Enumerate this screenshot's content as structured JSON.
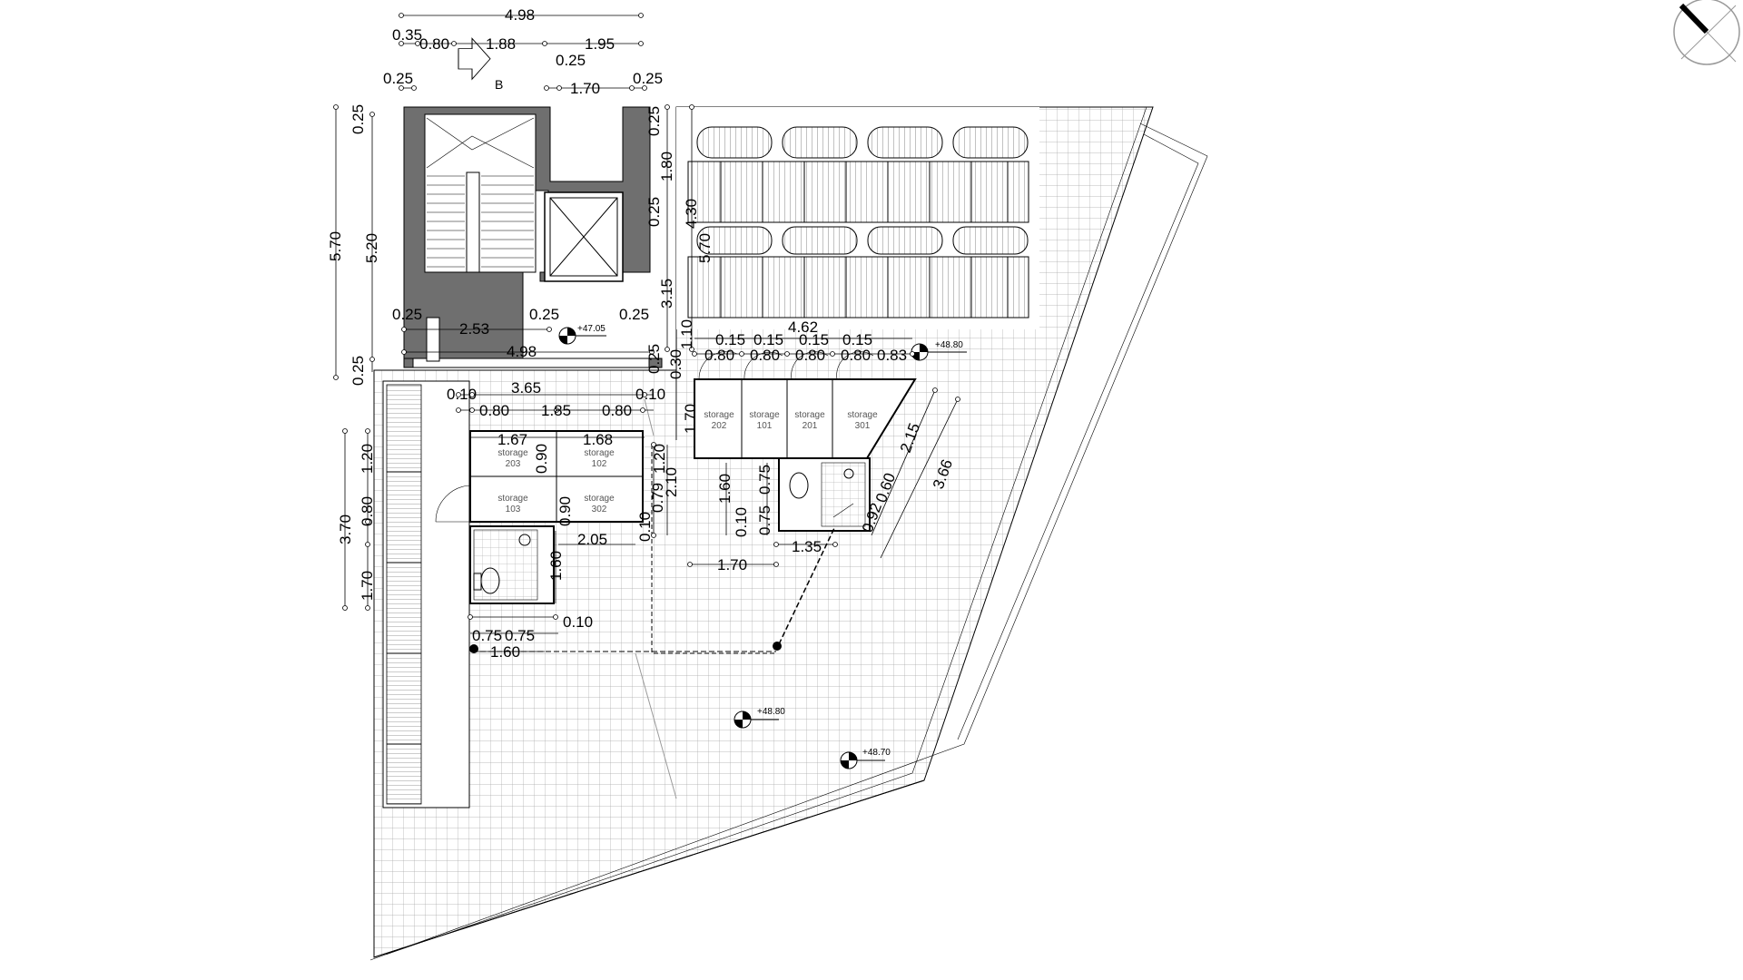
{
  "plan": {
    "section_marker": "B",
    "dimensions": {
      "d498_top": "4.98",
      "d035": "0.35",
      "d080_a": "0.80",
      "d188": "1.88",
      "d195": "1.95",
      "d025_a": "0.25",
      "d025_b": "0.25",
      "d170_a": "1.70",
      "d025_c": "0.25",
      "d570_left": "5.70",
      "d025_left_top": "0.25",
      "d520": "5.20",
      "d025_left_bot": "0.25",
      "d025_d": "0.25",
      "d253": "2.53",
      "d025_e": "0.25",
      "d025_f": "0.25",
      "d498_mid": "4.98",
      "d365": "3.65",
      "d010_a": "0.10",
      "d080_b": "0.80",
      "d185": "1.85",
      "d080_c": "0.80",
      "d010_b": "0.10",
      "d167": "1.67",
      "d168": "1.68",
      "d090_a": "0.90",
      "d090_b": "0.90",
      "d370": "3.70",
      "d120_a": "1.20",
      "d080_d": "0.80",
      "d170_b": "1.70",
      "d205": "2.05",
      "d160_a": "1.60",
      "d075_a": "0.75",
      "d075_b": "0.75",
      "d010_c": "0.10",
      "d160_b": "1.60",
      "d025_g": "0.25",
      "d180": "1.80",
      "d430": "4.30",
      "d025_h": "0.25",
      "d570_right": "5.70",
      "d315": "3.15",
      "d110": "1.10",
      "d462": "4.62",
      "d015_a": "0.15",
      "d015_b": "0.15",
      "d015_c": "0.15",
      "d015_d": "0.15",
      "d080_e": "0.80",
      "d080_f": "0.80",
      "d080_g": "0.80",
      "d080_h": "0.80",
      "d083": "0.83",
      "d025_i": "0.25",
      "d030": "0.30",
      "d170_c": "1.70",
      "d120_b": "1.20",
      "d210": "2.10",
      "d079": "0.79",
      "d010_d": "0.10",
      "d160_c": "1.60",
      "d075_c": "0.75",
      "d010_e": "0.10",
      "d075_d": "0.75",
      "d170_d": "1.70",
      "d135": "1.35",
      "d215": "2.15",
      "d366": "3.66",
      "d060": "0.60",
      "d092": "0.92"
    },
    "levels": {
      "lvl_stair": "+47.05",
      "lvl_terrace_top": "+48.80",
      "lvl_middle": "+48.80",
      "lvl_lower": "+48.70"
    },
    "rooms": [
      {
        "name": "storage",
        "num": "202"
      },
      {
        "name": "storage",
        "num": "101"
      },
      {
        "name": "storage",
        "num": "201"
      },
      {
        "name": "storage",
        "num": "301"
      },
      {
        "name": "storage",
        "num": "203"
      },
      {
        "name": "storage",
        "num": "102"
      },
      {
        "name": "storage",
        "num": "103"
      },
      {
        "name": "storage",
        "num": "302"
      }
    ],
    "icons": {
      "north_arrow": "north-arrow-icon",
      "level_marker": "level-marker-icon"
    }
  }
}
